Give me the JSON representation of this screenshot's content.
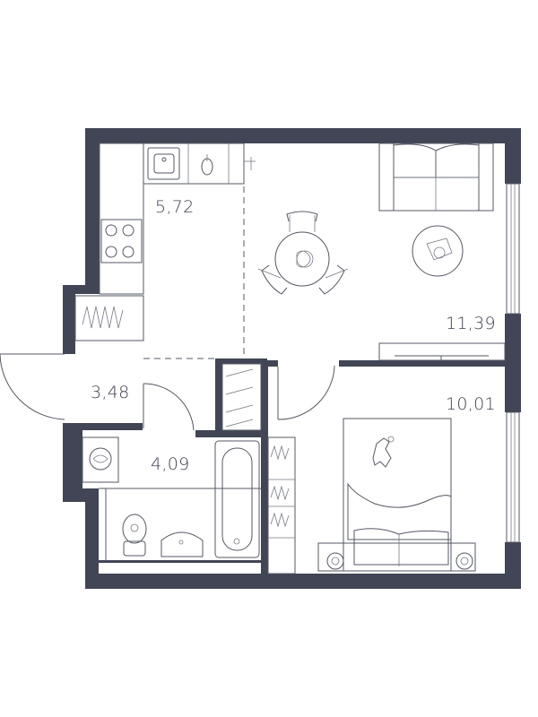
{
  "rooms": {
    "kitchen": {
      "area": "5,72"
    },
    "living_room": {
      "area": "11,39"
    },
    "hallway": {
      "area": "3,48"
    },
    "bathroom": {
      "area": "4,09"
    },
    "bedroom": {
      "area": "10,01"
    }
  },
  "colors": {
    "wall": "#414555",
    "line": "#555864",
    "background": "#ffffff"
  }
}
